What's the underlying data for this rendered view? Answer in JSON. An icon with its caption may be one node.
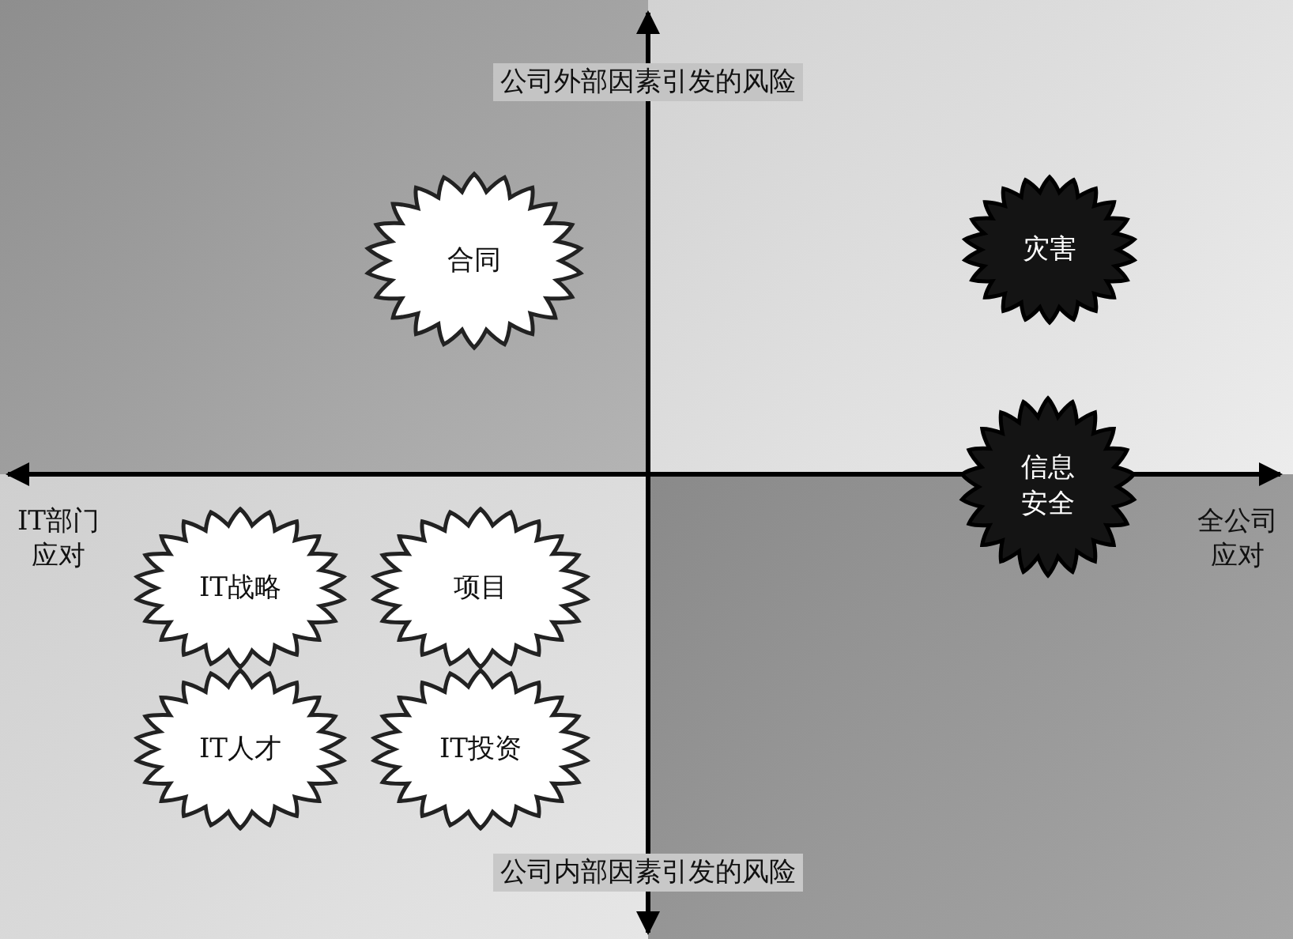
{
  "diagram": {
    "nodes": [
      {
        "text": [
          "合同"
        ]
      },
      {
        "text": [
          "灾害"
        ]
      },
      {
        "text": [
          "信息安全"
        ]
      },
      {
        "text": [
          "IT战略"
        ]
      },
      {
        "text": [
          "项目"
        ]
      },
      {
        "text": [
          "IT人才"
        ]
      },
      {
        "text": [
          "IT投资"
        ]
      }
    ],
    "labels": [
      "公司外部因素引发的风险",
      "IT部门应对",
      "全公司应对",
      "公司内部因素引发的风险"
    ]
  }
}
